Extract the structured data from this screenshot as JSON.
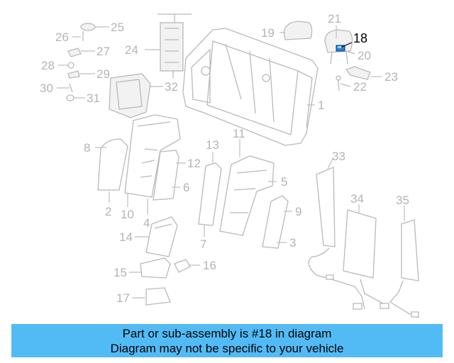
{
  "diagram": {
    "highlighted_part": "18",
    "labels": {
      "1": "1",
      "2": "2",
      "3": "3",
      "4": "4",
      "5": "5",
      "6": "6",
      "7": "7",
      "8": "8",
      "9": "9",
      "10": "10",
      "11": "11",
      "12": "12",
      "13": "13",
      "14": "14",
      "15": "15",
      "16": "16",
      "17": "17",
      "18": "18",
      "19": "19",
      "20": "20",
      "21": "21",
      "22": "22",
      "23": "23",
      "24": "24",
      "25": "25",
      "26": "26",
      "27": "27",
      "28": "28",
      "29": "29",
      "30": "30",
      "31": "31",
      "32": "32",
      "33": "33",
      "34": "34",
      "35": "35"
    },
    "colors": {
      "line": "#b9b9b9",
      "highlight_fill": "#2a7fd8",
      "banner": "#52bbf6"
    }
  },
  "caption": {
    "line1": "Part or sub-assembly is #18 in diagram",
    "line2": "Diagram may not be specific to your vehicle"
  }
}
